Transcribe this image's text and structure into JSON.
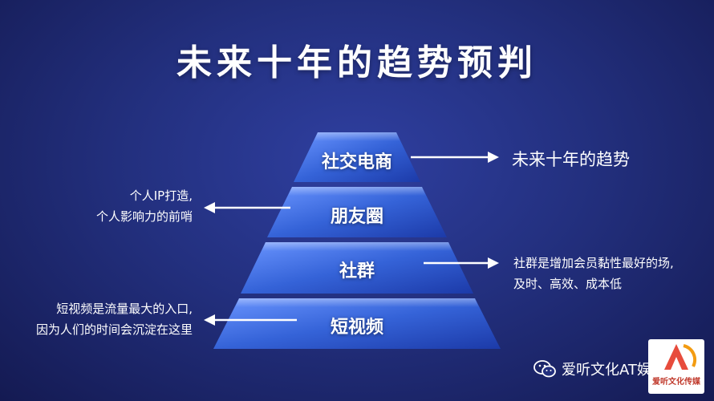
{
  "title": "未来十年的趋势预判",
  "tiers": [
    {
      "label": "社交电商"
    },
    {
      "label": "朋友圈"
    },
    {
      "label": "社群"
    },
    {
      "label": "短视频"
    }
  ],
  "notes": {
    "trend": "未来十年的趋势",
    "ip_line1": "个人IP打造,",
    "ip_line2": "个人影响力的前哨",
    "community_line1": "社群是增加会员黏性最好的场,",
    "community_line2": "及时、高效、成本低",
    "video_line1": "短视频是流量最大的入口,",
    "video_line2": "因为人们的时间会沉淀在这里"
  },
  "footer": {
    "brand": "爱听文化AT娱乐",
    "logo_text": "爱听文化传媒"
  },
  "colors": {
    "background": "#23307f",
    "pyramid_light": "#4f7df0",
    "pyramid_dark": "#1c3aa8"
  }
}
